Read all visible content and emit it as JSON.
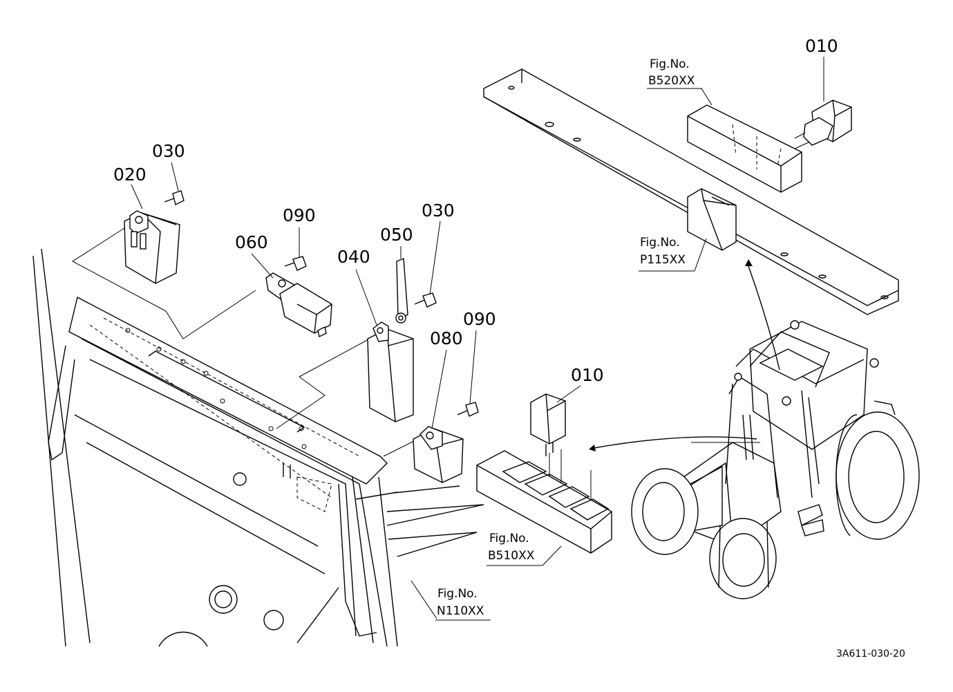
{
  "callouts": {
    "c010_top": "010",
    "c030_left": "030",
    "c020": "020",
    "c090_mid": "090",
    "c060": "060",
    "c050": "050",
    "c030_mid": "030",
    "c040": "040",
    "c090_right": "090",
    "c080": "080",
    "c010_bottom": "010"
  },
  "figrefs": {
    "b520": {
      "line1": "Fig.No.",
      "line2": "B520XX"
    },
    "p115": {
      "line1": "Fig.No.",
      "line2": "P115XX"
    },
    "b510": {
      "line1": "Fig.No.",
      "line2": "B510XX"
    },
    "n110": {
      "line1": "Fig.No.",
      "line2": "N110XX"
    }
  },
  "doc_id": "3A611-030-20"
}
